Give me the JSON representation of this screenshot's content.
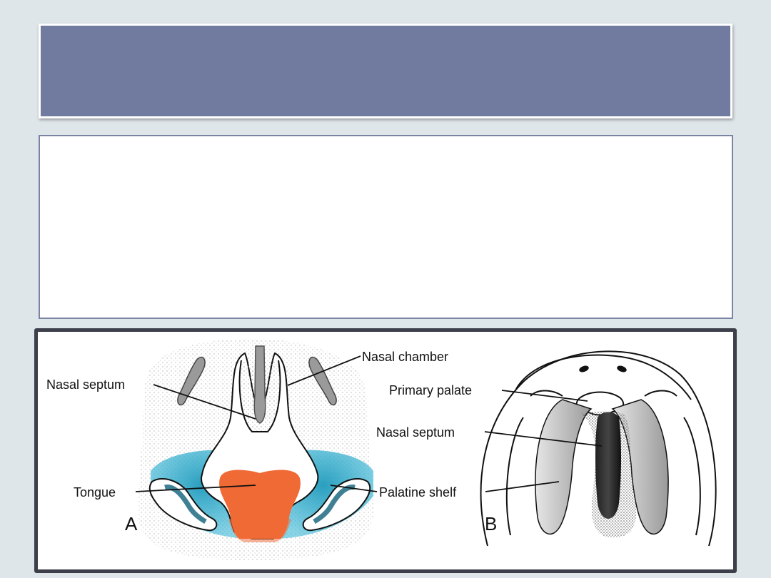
{
  "slide": {
    "title": "",
    "body": ""
  },
  "figure": {
    "labels": {
      "nasal_septum_a": "Nasal septum",
      "nasal_chamber": "Nasal chamber",
      "tongue": "Tongue",
      "primary_palate": "Primary palate",
      "nasal_septum_b": "Nasal septum",
      "palatine_shelf": "Palatine shelf",
      "panel_a": "A",
      "panel_b": "B"
    }
  },
  "colors": {
    "title_bar": "#717ba0",
    "tongue": "#f06a35",
    "palatine_shelf_tissue": "#2a9fbf",
    "septum": "#9a9a9a"
  }
}
